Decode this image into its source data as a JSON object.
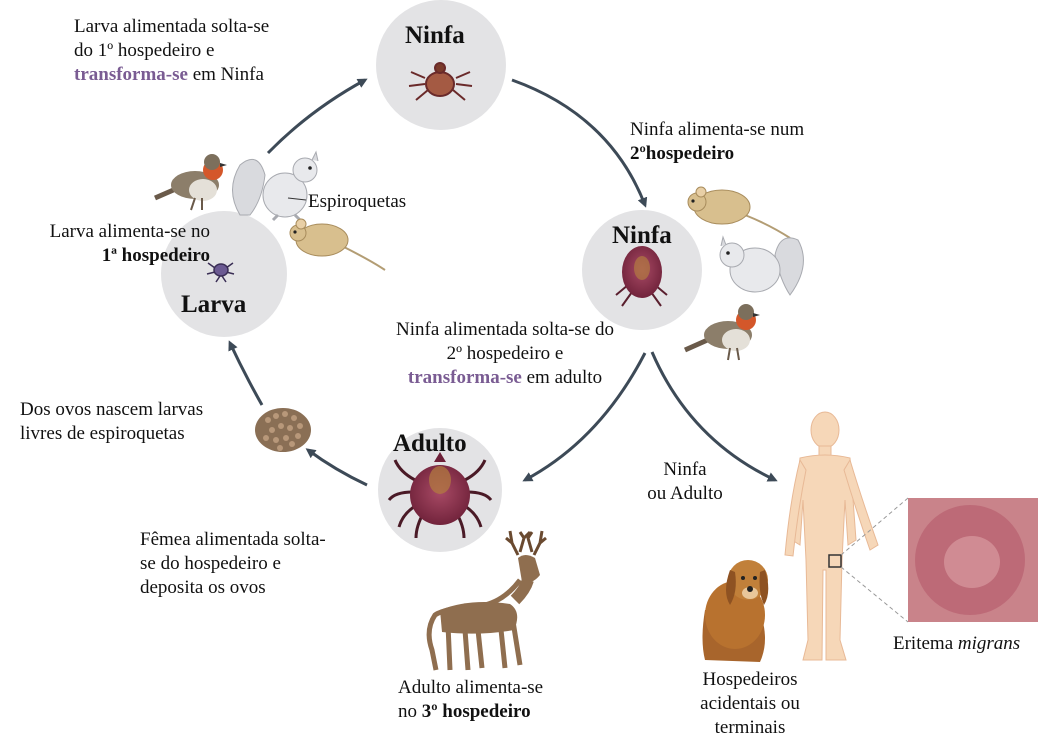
{
  "stages": {
    "nymph_top": "Ninfa",
    "nymph_right": "Ninfa",
    "larva": "Larva",
    "adult": "Adulto"
  },
  "labels": {
    "larva_drop": {
      "l1": "Larva alimentada solta-se",
      "l2": "do 1º hospedeiro e",
      "l3a": "transforma-se",
      "l3b": " em Ninfa"
    },
    "nymph_feed": {
      "l1": "Ninfa alimenta-se num",
      "l2": "2ºhospedeiro"
    },
    "spirochetes": "Espiroquetas",
    "larva_feed": {
      "l1": "Larva alimenta-se no",
      "l2": "1ª hospedeiro"
    },
    "nymph_drop": {
      "l1": "Ninfa alimentada solta-se do",
      "l2": "2º hospedeiro e",
      "l3a": "transforma-se",
      "l3b": " em adulto"
    },
    "eggs_hatch": {
      "l1": "Dos ovos nascem larvas",
      "l2": "livres de espiroquetas"
    },
    "nymph_or_adult": {
      "l1": "Ninfa",
      "l2": "ou Adulto"
    },
    "female_drop": {
      "l1": "Fêmea alimentada solta-",
      "l2": "se do hospedeiro e",
      "l3": "deposita os ovos"
    },
    "erythema": {
      "a": "Eritema ",
      "b": "migrans"
    },
    "adult_feed": {
      "l1": "Adulto alimenta-se",
      "l2a": "no ",
      "l2b": "3º hospedeiro"
    },
    "accidental": {
      "l1": "Hospedeiros",
      "l2": "acidentais ou",
      "l3": "terminais"
    }
  },
  "colors": {
    "circle": "#e3e3e5",
    "arrow": "#3d4a57",
    "purple_text": "#7a5c93",
    "tick_body": "#8e2f4c",
    "skin": "#f6d7b8"
  }
}
